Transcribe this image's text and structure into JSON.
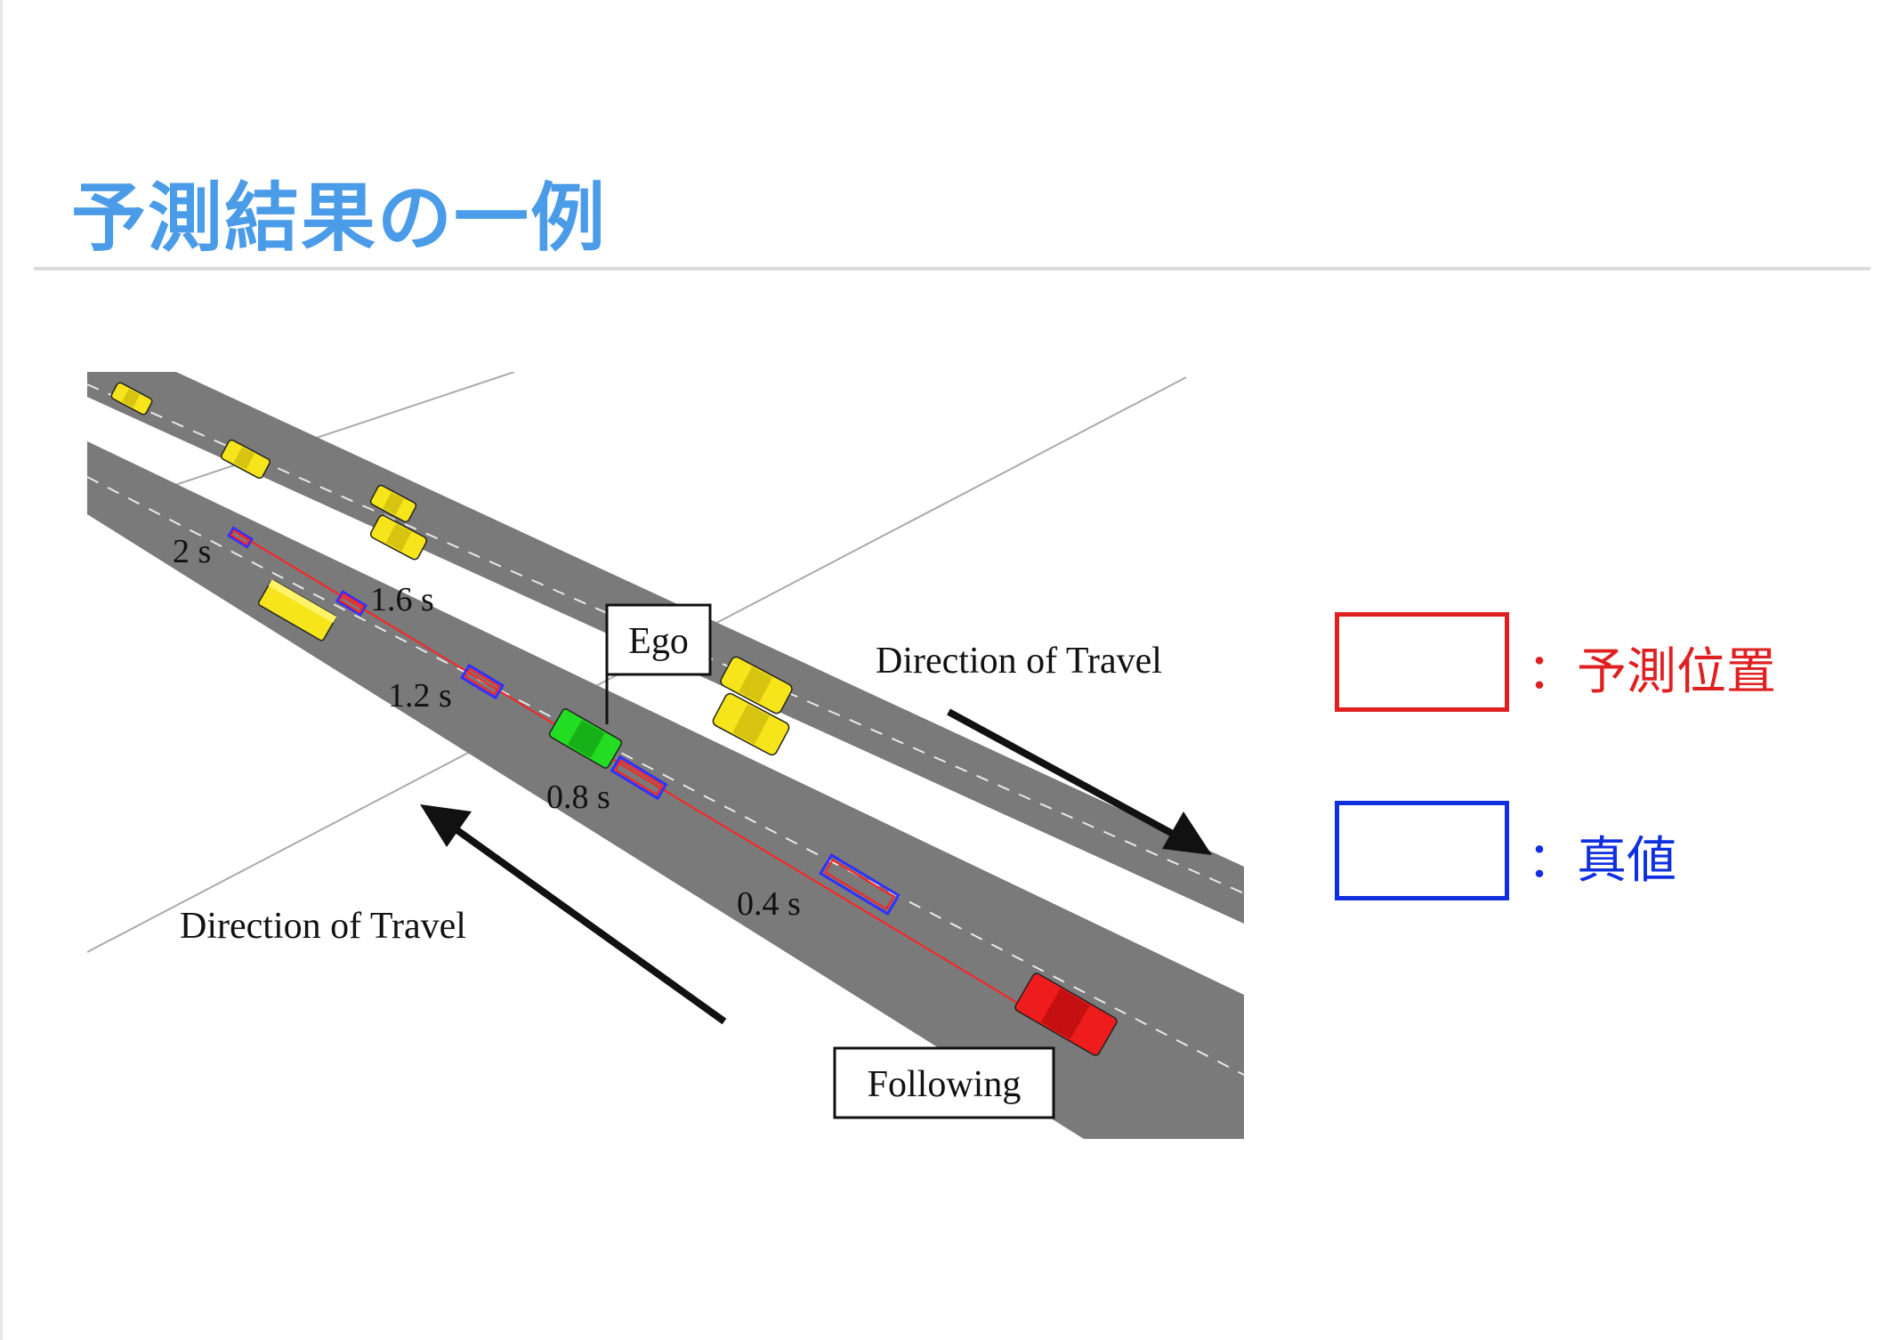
{
  "slide": {
    "title": "予測結果の一例"
  },
  "figure": {
    "ego_label": "Ego",
    "following_label": "Following",
    "direction_label_right": "Direction of Travel",
    "direction_label_left": "Direction of Travel",
    "time_labels": [
      "2 s",
      "1.6 s",
      "1.2 s",
      "0.8 s",
      "0.4 s"
    ],
    "colors": {
      "road": "#7a7a7a",
      "ego_car": "#22dd22",
      "following_car": "#ee1c1c",
      "other_cars": "#f5e51a",
      "predicted_path": "#ff2020",
      "ground_truth": "#3030ff"
    }
  },
  "legend": {
    "predicted_label": "：予測位置",
    "truth_label": "：真値",
    "predicted_color": "#e02020",
    "truth_color": "#1030e0"
  }
}
